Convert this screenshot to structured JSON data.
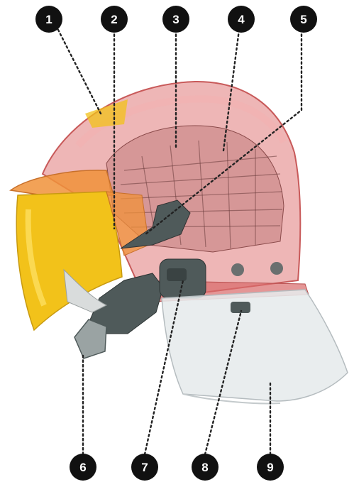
{
  "diagram": {
    "colors": {
      "shell": "#e07a7a",
      "shell_dark": "#c85a5a",
      "visor_gold": "#f2c21a",
      "visor_orange": "#f0923a",
      "harness": "#4f5a5a",
      "face_shield": "#e6eaec",
      "callout_fill": "#111111",
      "leader": "#222222"
    },
    "callouts": [
      {
        "number": "1"
      },
      {
        "number": "2"
      },
      {
        "number": "3"
      },
      {
        "number": "4"
      },
      {
        "number": "5"
      },
      {
        "number": "6"
      },
      {
        "number": "7"
      },
      {
        "number": "8"
      },
      {
        "number": "9"
      }
    ]
  }
}
